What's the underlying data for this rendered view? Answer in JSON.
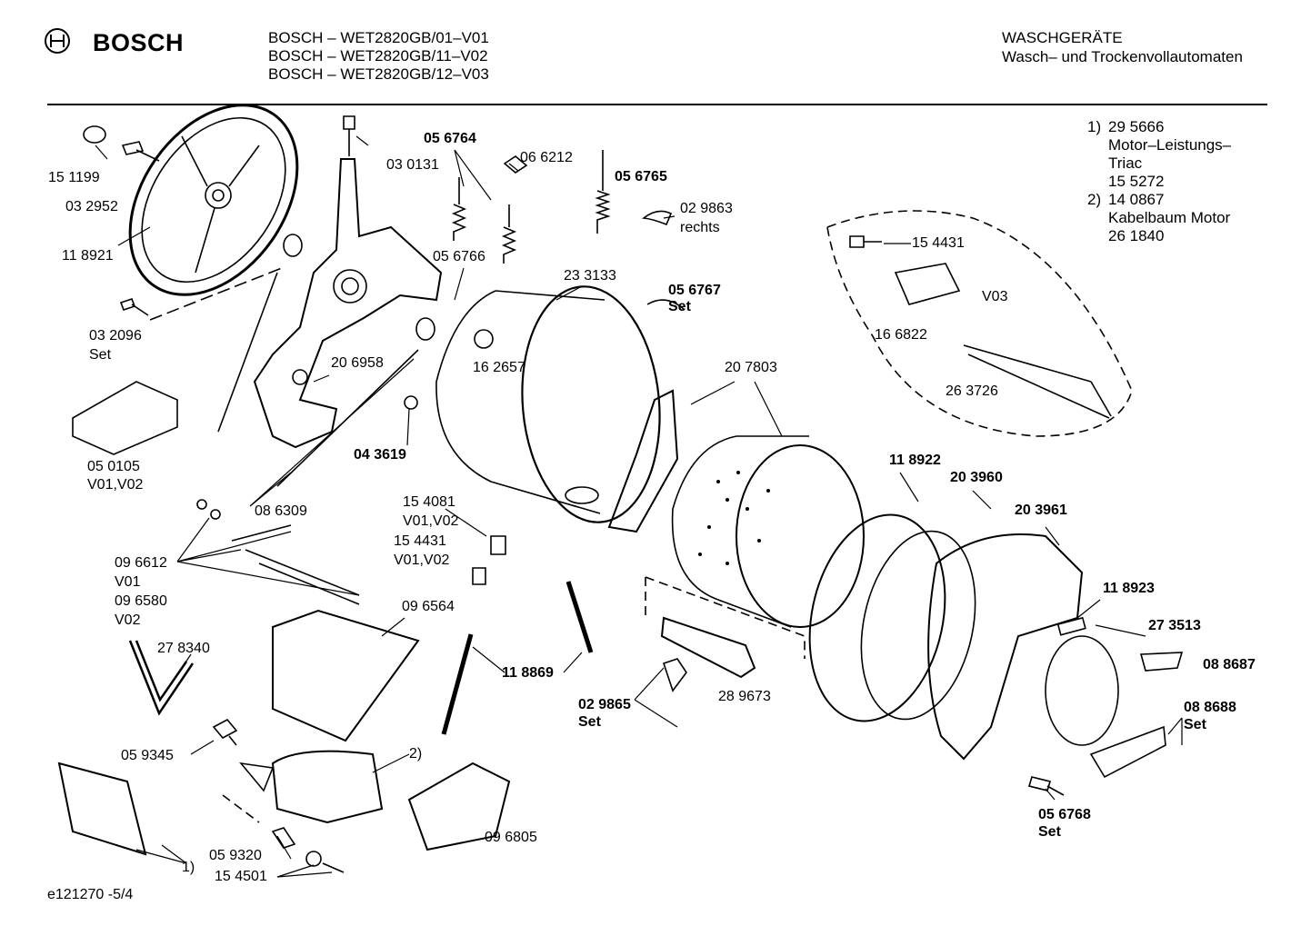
{
  "header": {
    "brand": "BOSCH",
    "models": [
      "BOSCH – WET2820GB/01–V01",
      "BOSCH – WET2820GB/11–V02",
      "BOSCH – WET2820GB/12–V03"
    ],
    "category": "WASCHGERÄTE",
    "subcategory": "Wasch– und Trockenvollautomaten"
  },
  "notes": {
    "n1_num": "1)",
    "n1_a": "29 5666",
    "n1_b": "Motor–Leistungs–",
    "n1_c": "Triac",
    "n1_d": "15 5272",
    "n2_num": "2)",
    "n2_a": "14 0867",
    "n2_b": "Kabelbaum Motor",
    "n2_c": "26 1840"
  },
  "labels": {
    "l151199": "15 1199",
    "l032952": "03 2952",
    "l118921": "11 8921",
    "l032096": "03 2096",
    "set": "Set",
    "l050105": "05 0105",
    "v0102": "V01,V02",
    "l030131": "03 0131",
    "l056764": "05 6764",
    "l066212": "06 6212",
    "l056765": "05 6765",
    "l029863": "02 9863",
    "rechts": "rechts",
    "l056766": "05 6766",
    "l233133": "23 3133",
    "l056767": "05 6767",
    "l162657": "16 2657",
    "l206958": "20 6958",
    "l043619": "04 3619",
    "l086309": "08 6309",
    "l207803": "20 7803",
    "l154431": "15 4431",
    "l166822": "16 6822",
    "v03": "V03",
    "l263726": "26 3726",
    "l154081": "15 4081",
    "l096612": "09 6612",
    "v01": "V01",
    "l096580": "09 6580",
    "v02": "V02",
    "l096564": "09 6564",
    "l278340": "27 8340",
    "l118869": "11 8869",
    "l029865": "02 9865",
    "l289673": "28 9673",
    "l118922": "11 8922",
    "l203960": "20 3960",
    "l203961": "20 3961",
    "l118923": "11 8923",
    "l273513": "27 3513",
    "l088687": "08 8687",
    "l088688": "08 8688",
    "l056768": "05 6768",
    "l059345": "05 9345",
    "l059320": "05 9320",
    "l154501": "15 4501",
    "l096805": "09 6805",
    "ref1": "1)",
    "ref2": "2)"
  },
  "footer": {
    "code": "e121270 -5/4"
  }
}
